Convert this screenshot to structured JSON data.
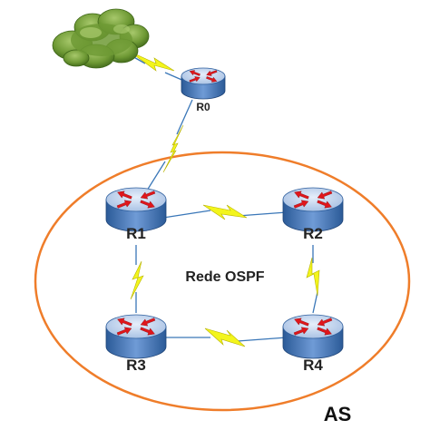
{
  "diagram": {
    "network_label": "Rede OSPF",
    "as_label": "AS",
    "routers": [
      {
        "id": "r0",
        "label": "R0"
      },
      {
        "id": "r1",
        "label": "R1"
      },
      {
        "id": "r2",
        "label": "R2"
      },
      {
        "id": "r3",
        "label": "R3"
      },
      {
        "id": "r4",
        "label": "R4"
      }
    ],
    "links": [
      {
        "from": "cloud",
        "to": "r0",
        "type": "serial"
      },
      {
        "from": "r0",
        "to": "r1",
        "type": "serial"
      },
      {
        "from": "r1",
        "to": "r2",
        "type": "serial"
      },
      {
        "from": "r1",
        "to": "r3",
        "type": "serial"
      },
      {
        "from": "r2",
        "to": "r4",
        "type": "serial"
      },
      {
        "from": "r3",
        "to": "r4",
        "type": "serial"
      }
    ],
    "colors": {
      "as_boundary": "#ef7d2a",
      "serial_bolt": "#f3f51c",
      "link_line": "#3a77b8",
      "router_body": "#4a79b8",
      "router_top": "#b6cdea",
      "router_arrow": "#e0161b",
      "cloud": "#5f8f2c"
    },
    "icons": {
      "router": "router-icon",
      "cloud": "cloud-icon",
      "serial": "lightning-bolt-icon"
    }
  }
}
